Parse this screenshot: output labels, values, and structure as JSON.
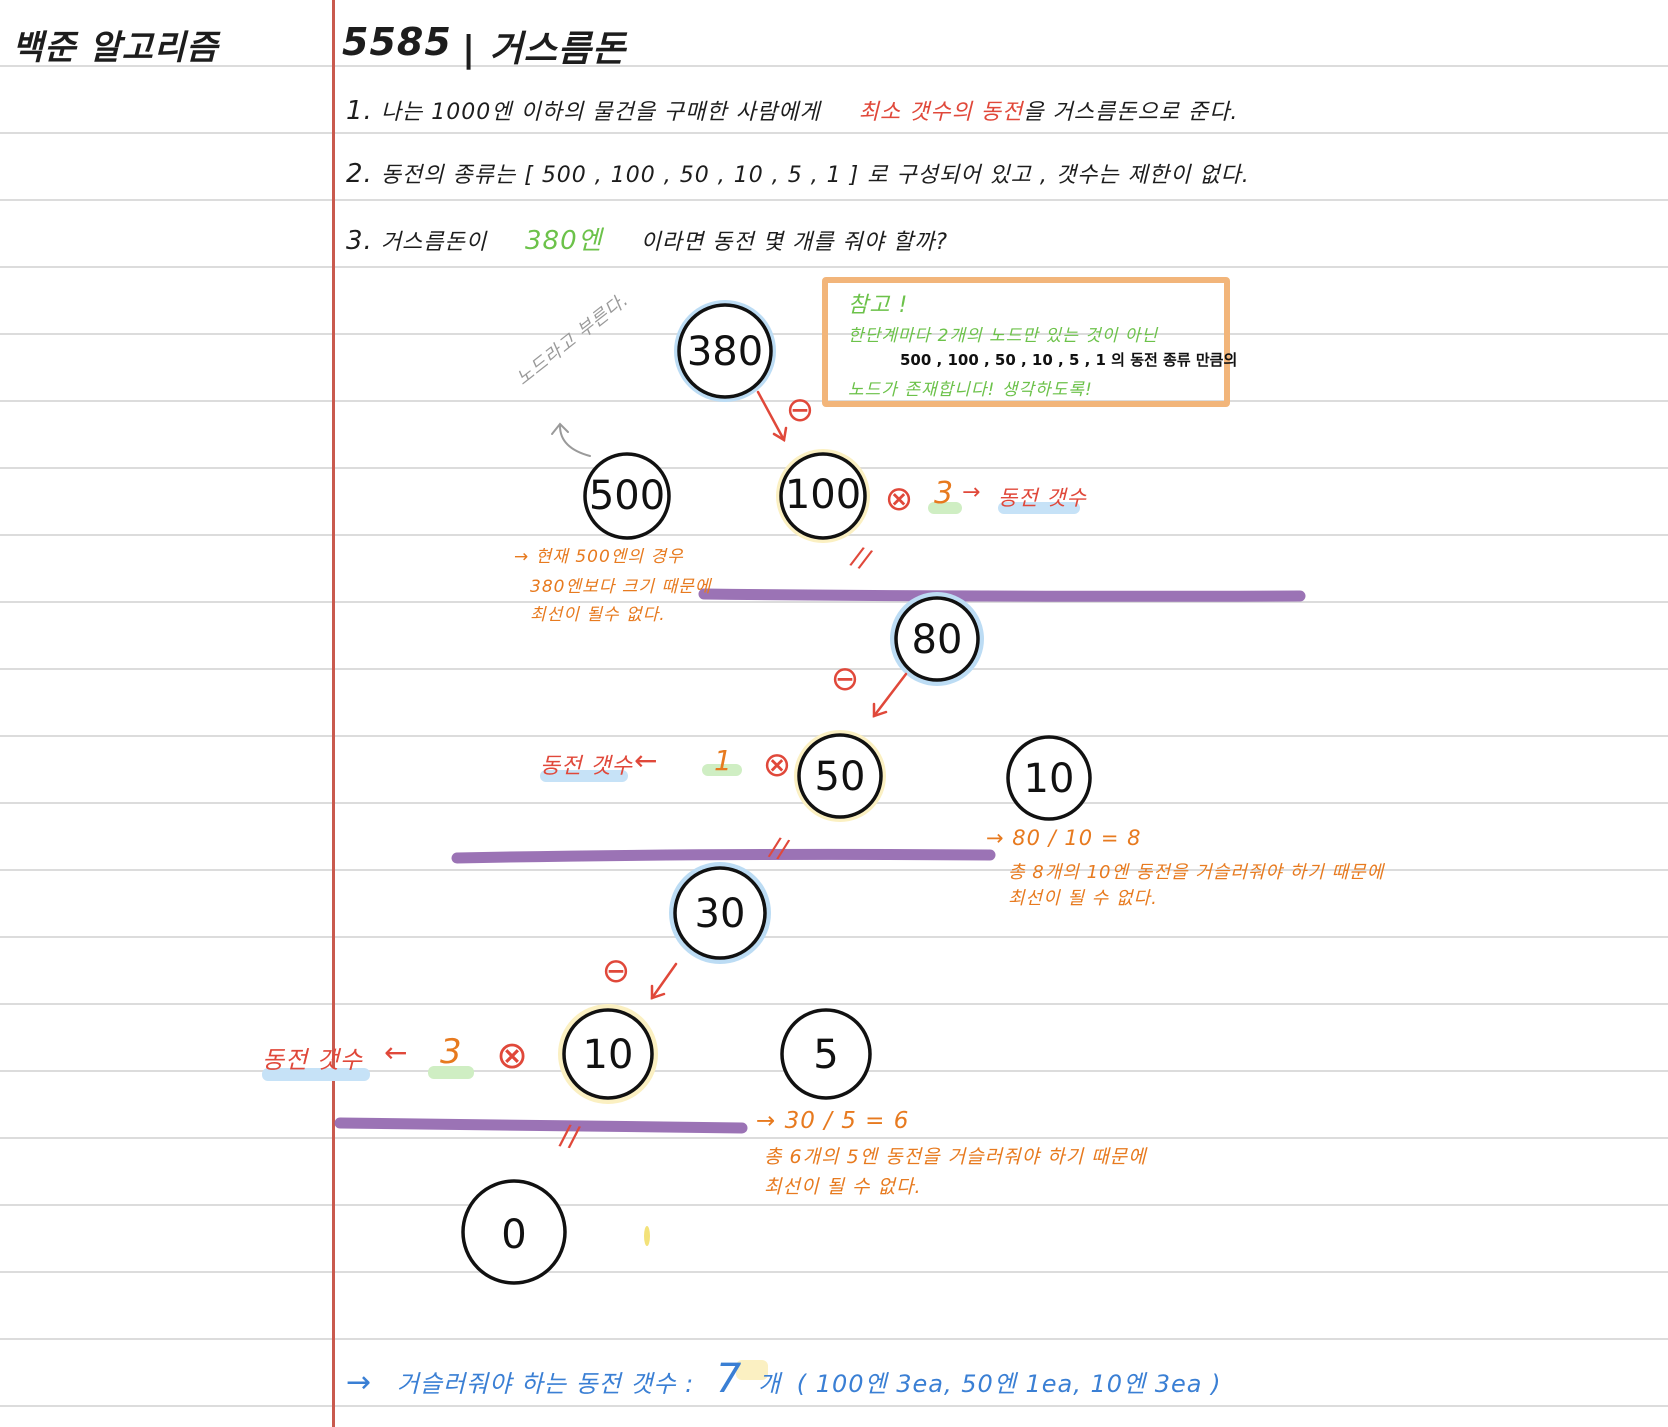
{
  "header": {
    "notebook_title": "백준 알고리즘",
    "problem_number": "5585",
    "problem_title": "| 거스름돈"
  },
  "statements": [
    {
      "number": "1.",
      "text_before": "나는 1000엔 이하의 물건을 구매한  사람에게",
      "highlight": "최소 갯수의 동전",
      "text_after": "을 거스름돈으로 준다."
    },
    {
      "number": "2.",
      "text": "동전의 종류는  [ 500 , 100 , 50 , 10 , 5 , 1 ]  로 구성되어 있고 , 갯수는 제한이 없다."
    },
    {
      "number": "3.",
      "text_before": "거스름돈이",
      "highlight": "380엔",
      "text_after": "이라면  동전 몇 개를  줘야 할까?"
    }
  ],
  "note_box": {
    "title": "참고 !",
    "line1": "한단계마다 2개의 노드만 있는 것이 아닌",
    "line2": "500 , 100 , 50 , 10 , 5 , 1 의 동전 종류 만큼의",
    "line3": "노드가 존재합니다! 생각하도록!"
  },
  "side_note_node": "노드라고 부른다.",
  "nodes": {
    "n380": "380",
    "n500": "500",
    "n100": "100",
    "n80": "80",
    "n50": "50",
    "n10a": "10",
    "n30": "30",
    "n10b": "10",
    "n5": "5",
    "n0": "0"
  },
  "operators": {
    "minus": "⊖",
    "times": "⊗",
    "equals": "//"
  },
  "counts": {
    "c100": "3",
    "c50": "1",
    "c10": "3",
    "coin_count_label": "동전 갯수"
  },
  "explanations": {
    "e500_1": "→ 현재 500엔의 경우",
    "e500_2": "380엔보다 크기 때문에",
    "e500_3": "최선이 될수 없다.",
    "e10_1": "→ 80 / 10 = 8",
    "e10_2": "총 8개의 10엔 동전을 거슬러줘야 하기 때문에",
    "e10_3": "최선이 될 수 없다.",
    "e5_1": "→ 30 / 5 = 6",
    "e5_2": "총 6개의 5엔 동전을  거슬러줘야  하기 때문에",
    "e5_3": "최선이 될 수 없다."
  },
  "conclusion": {
    "arrow": "→",
    "label": "거슬러줘야 하는  동전  갯수  :",
    "value": "7",
    "unit": "개",
    "detail": "( 100엔 3ea,  50엔  1ea,  10엔 3ea )"
  },
  "colors": {
    "ink": "#111111",
    "red": "#e0483a",
    "green": "#6cc24a",
    "orange": "#e77a1f",
    "blue": "#3a7fd4",
    "purple": "#8a5aa8",
    "note_border": "#f2b57a",
    "halo_blue": "#bcdcf4",
    "halo_yellow": "#fbf0c2",
    "margin_red": "#c95a4e"
  }
}
